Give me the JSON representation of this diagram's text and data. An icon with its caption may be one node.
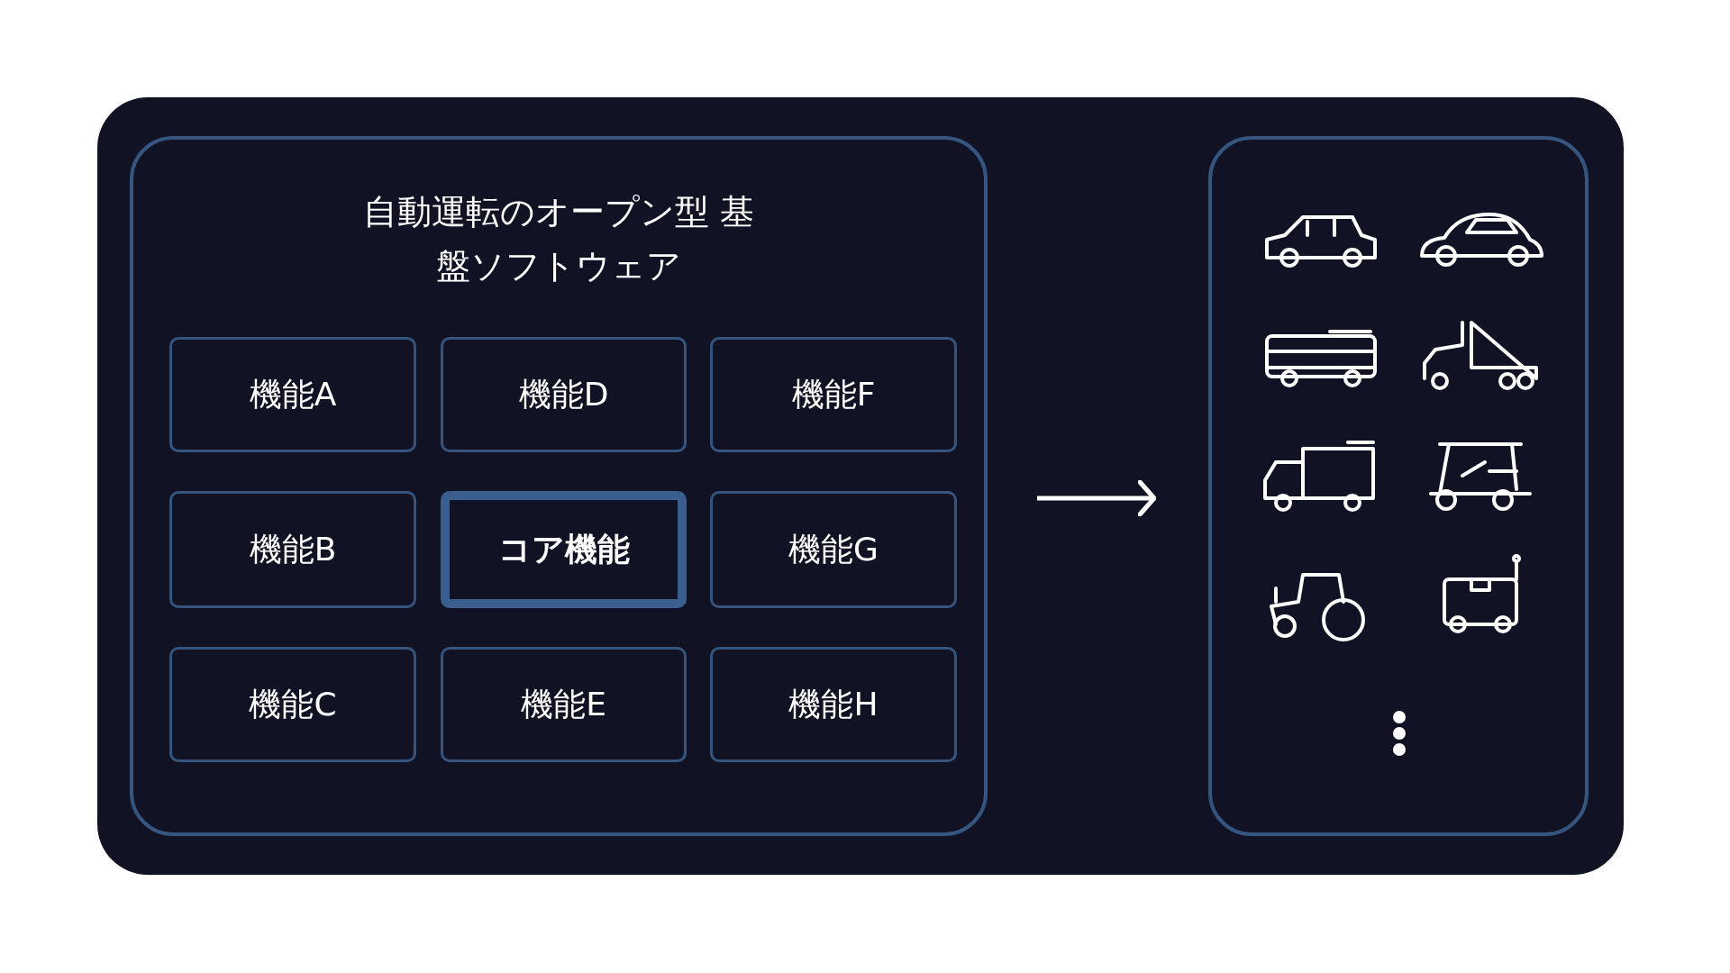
{
  "diagram": {
    "nodes": [
      {
        "text": [
          "自動運転のオープン型 基盤ソフトウェア"
        ]
      },
      {
        "text": [
          "機能A"
        ],
        "in": 0
      },
      {
        "text": [
          "機能D"
        ],
        "in": 0
      },
      {
        "text": [
          "機能F"
        ],
        "in": 0
      },
      {
        "text": [
          "機能B"
        ],
        "in": 0
      },
      {
        "text": [
          "コア機能"
        ],
        "in": 0
      },
      {
        "text": [
          "機能G"
        ],
        "in": 0
      },
      {
        "text": [
          "機能C"
        ],
        "in": 0
      },
      {
        "text": [
          "機能E"
        ],
        "in": 0
      },
      {
        "text": [
          "機能H"
        ],
        "in": 0
      },
      {
        "text": [],
        "shape": "box"
      }
    ],
    "edges": [
      {
        "from": 0,
        "to": 10,
        "arrow": "to"
      }
    ]
  }
}
